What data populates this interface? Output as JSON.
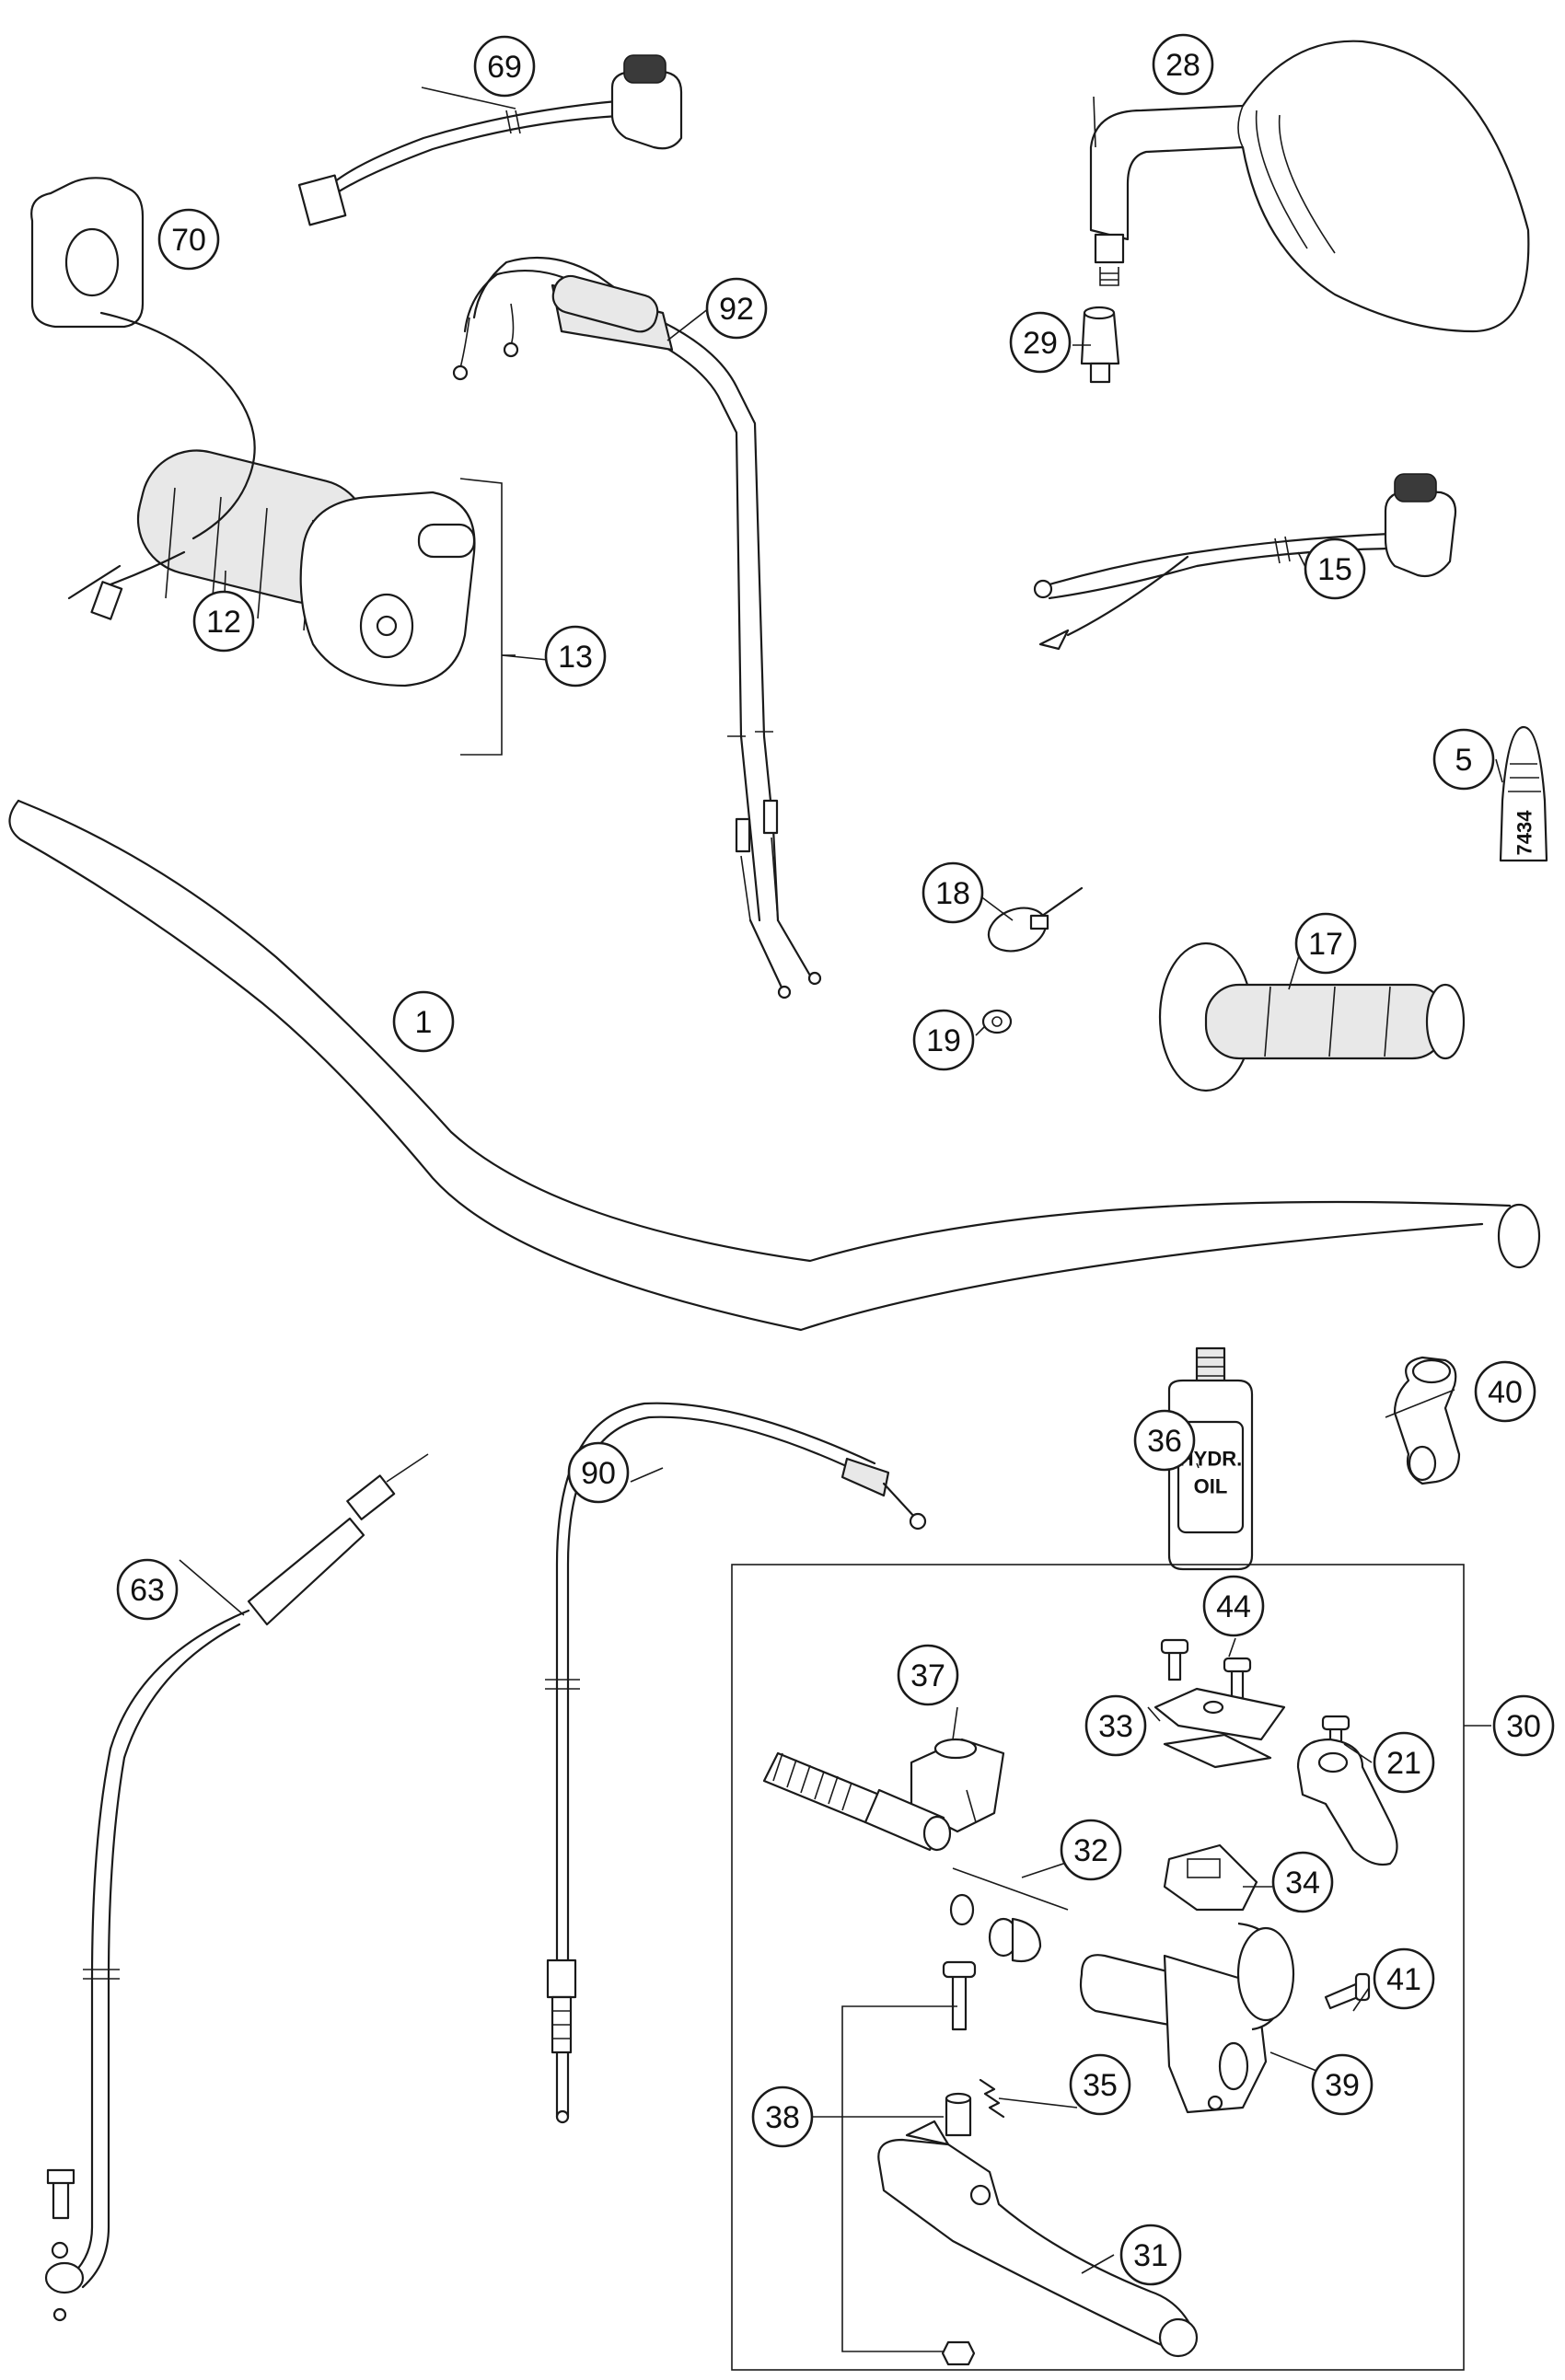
{
  "diagram": {
    "callouts": [
      {
        "id": "c1",
        "label": "1"
      },
      {
        "id": "c5",
        "label": "5"
      },
      {
        "id": "c12",
        "label": "12"
      },
      {
        "id": "c13",
        "label": "13"
      },
      {
        "id": "c15",
        "label": "15"
      },
      {
        "id": "c17",
        "label": "17"
      },
      {
        "id": "c18",
        "label": "18"
      },
      {
        "id": "c19",
        "label": "19"
      },
      {
        "id": "c21",
        "label": "21"
      },
      {
        "id": "c28",
        "label": "28"
      },
      {
        "id": "c29",
        "label": "29"
      },
      {
        "id": "c30",
        "label": "30"
      },
      {
        "id": "c31",
        "label": "31"
      },
      {
        "id": "c32",
        "label": "32"
      },
      {
        "id": "c33",
        "label": "33"
      },
      {
        "id": "c34",
        "label": "34"
      },
      {
        "id": "c35",
        "label": "35"
      },
      {
        "id": "c36",
        "label": "36"
      },
      {
        "id": "c37",
        "label": "37"
      },
      {
        "id": "c38",
        "label": "38"
      },
      {
        "id": "c39",
        "label": "39"
      },
      {
        "id": "c40",
        "label": "40"
      },
      {
        "id": "c41",
        "label": "41"
      },
      {
        "id": "c44",
        "label": "44"
      },
      {
        "id": "c63",
        "label": "63"
      },
      {
        "id": "c69",
        "label": "69"
      },
      {
        "id": "c70",
        "label": "70"
      },
      {
        "id": "c90",
        "label": "90"
      },
      {
        "id": "c92",
        "label": "92"
      }
    ],
    "part_text": {
      "oil_bottle": [
        "HYDR.",
        "OIL"
      ],
      "threadlock_code": "7434"
    }
  }
}
